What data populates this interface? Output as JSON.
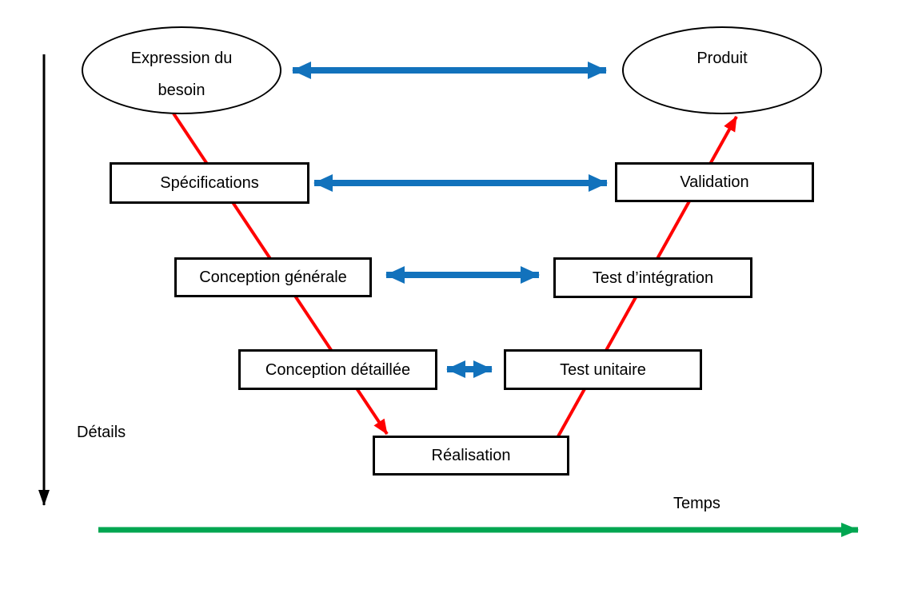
{
  "diagram": {
    "nodes": {
      "expression_du_besoin": {
        "line1": "Expression du",
        "line2": "besoin"
      },
      "produit": {
        "label": "Produit"
      },
      "specifications": {
        "label": "Spécifications"
      },
      "validation": {
        "label": "Validation"
      },
      "conception_generale": {
        "label": "Conception générale"
      },
      "test_integration": {
        "label": "Test d’intégration"
      },
      "conception_detaillee": {
        "label": "Conception détaillée"
      },
      "test_unitaire": {
        "label": "Test unitaire"
      },
      "realisation": {
        "label": "Réalisation"
      }
    },
    "axes": {
      "vertical_label": "Détails",
      "horizontal_label": "Temps"
    },
    "colors": {
      "link_blue": "#1272BC",
      "flow_red": "#FF0000",
      "time_green": "#00A651",
      "detail_black": "#000000"
    }
  }
}
